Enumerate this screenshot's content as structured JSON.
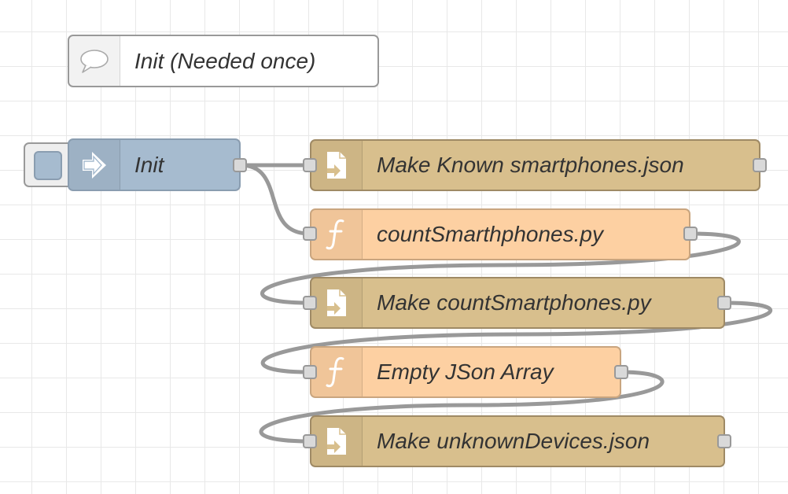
{
  "flow": {
    "comment": {
      "label": "Init (Needed once)",
      "icon": "comment-icon"
    },
    "nodes": [
      {
        "id": "init",
        "type": "inject",
        "label": "Init",
        "icon": "arrow-icon"
      },
      {
        "id": "known",
        "type": "file",
        "label": "Make Known smartphones.json",
        "icon": "file-icon"
      },
      {
        "id": "count_fn",
        "type": "function",
        "label": "countSmarthphones.py",
        "icon": "function-icon"
      },
      {
        "id": "count_file",
        "type": "file",
        "label": "Make countSmartphones.py",
        "icon": "file-icon"
      },
      {
        "id": "empty_fn",
        "type": "function",
        "label": "Empty JSon Array",
        "icon": "function-icon"
      },
      {
        "id": "unknown",
        "type": "file",
        "label": "Make unknownDevices.json",
        "icon": "file-icon"
      }
    ],
    "wires": [
      [
        "init",
        "known"
      ],
      [
        "init",
        "count_fn"
      ],
      [
        "count_fn",
        "count_file"
      ],
      [
        "count_file",
        "empty_fn"
      ],
      [
        "empty_fn",
        "unknown"
      ]
    ],
    "colors": {
      "inject": "#a6bbcf",
      "file": "#d8bf8d",
      "function": "#fdd0a2",
      "wire": "#999999",
      "grid": "#e8e8e8"
    }
  }
}
